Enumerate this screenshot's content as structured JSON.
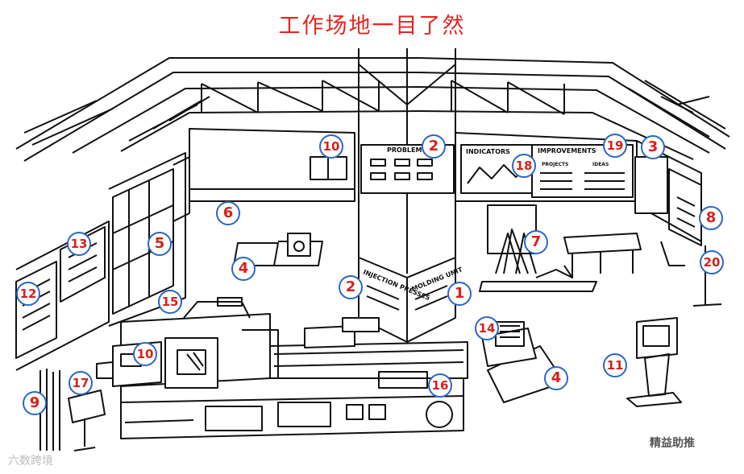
{
  "title": "工作场地一目了然",
  "signs": {
    "indicators": "INDICATORS",
    "improvements": "IMPROVEMENTS",
    "problems": "PROBLEMS",
    "projects": "PROJECTS",
    "ideas": "IDEAS",
    "injection_presses": "INJECTION PRESSES",
    "molding_unit": "MOLDING UNIT"
  },
  "markers": [
    {
      "id": "1",
      "label": "1"
    },
    {
      "id": "2a",
      "label": "2"
    },
    {
      "id": "2b",
      "label": "2"
    },
    {
      "id": "3",
      "label": "3"
    },
    {
      "id": "4a",
      "label": "4"
    },
    {
      "id": "4b",
      "label": "4"
    },
    {
      "id": "5",
      "label": "5"
    },
    {
      "id": "6",
      "label": "6"
    },
    {
      "id": "7",
      "label": "7"
    },
    {
      "id": "8",
      "label": "8"
    },
    {
      "id": "9",
      "label": "9"
    },
    {
      "id": "10a",
      "label": "10"
    },
    {
      "id": "10b",
      "label": "10"
    },
    {
      "id": "11",
      "label": "11"
    },
    {
      "id": "12",
      "label": "12"
    },
    {
      "id": "13",
      "label": "13"
    },
    {
      "id": "14",
      "label": "14"
    },
    {
      "id": "15",
      "label": "15"
    },
    {
      "id": "16",
      "label": "16"
    },
    {
      "id": "17",
      "label": "17"
    },
    {
      "id": "18",
      "label": "18"
    },
    {
      "id": "19",
      "label": "19"
    },
    {
      "id": "20",
      "label": "20"
    }
  ],
  "watermark_left": "六数跨境",
  "watermark_right": "精益助推"
}
